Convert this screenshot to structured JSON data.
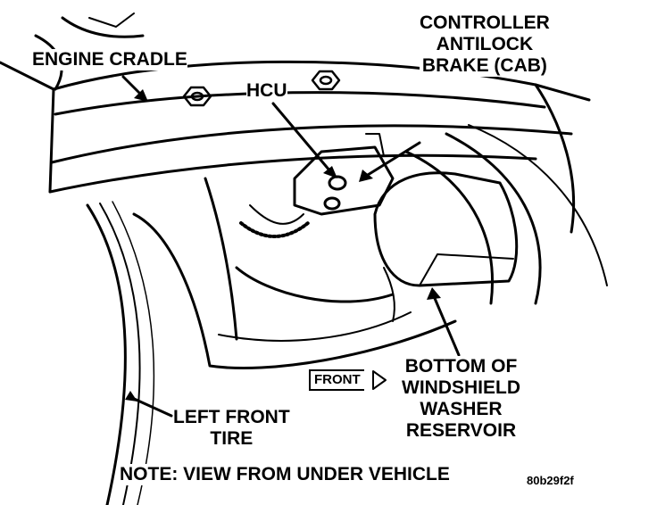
{
  "labels": {
    "engine_cradle": "ENGINE CRADLE",
    "hcu": "HCU",
    "cab_line1": "CONTROLLER",
    "cab_line2": "ANTILOCK",
    "cab_line3": "BRAKE (CAB)",
    "front": "FRONT",
    "bottom_line1": "BOTTOM OF",
    "bottom_line2": "WINDSHIELD",
    "bottom_line3": "WASHER",
    "bottom_line4": "RESERVOIR",
    "tire_line1": "LEFT FRONT",
    "tire_line2": "TIRE",
    "note": "NOTE: VIEW FROM UNDER VEHICLE",
    "figure_code": "80b29f2f"
  },
  "colors": {
    "ink": "#000000",
    "paper": "#ffffff"
  }
}
